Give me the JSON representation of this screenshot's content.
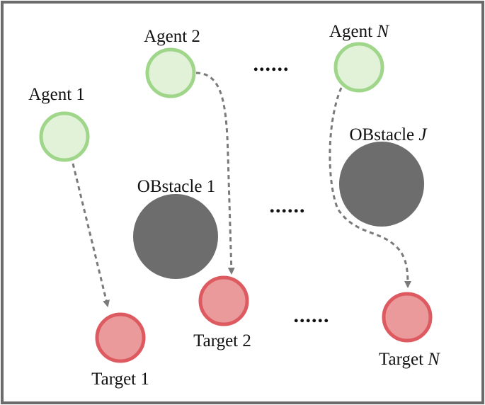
{
  "colors": {
    "frame": "#6b6b6b",
    "agent_fill": "#e2f2d9",
    "agent_stroke": "#9fd68a",
    "target_fill": "#eb9a9c",
    "target_stroke": "#dd5b60",
    "obstacle_fill": "#6d6d6d",
    "path": "#7a7a7a"
  },
  "agents": [
    {
      "prefix": "Agent ",
      "index": "1",
      "index_italic": false
    },
    {
      "prefix": "Agent ",
      "index": "2",
      "index_italic": false
    },
    {
      "prefix": "Agent ",
      "index": "N",
      "index_italic": true
    }
  ],
  "obstacles": [
    {
      "prefix": "OBstacle ",
      "index": "1",
      "index_italic": false
    },
    {
      "prefix": "OBstacle ",
      "index": "J",
      "index_italic": true
    }
  ],
  "targets": [
    {
      "prefix": "Target ",
      "index": "1",
      "index_italic": false
    },
    {
      "prefix": "Target ",
      "index": "2",
      "index_italic": false
    },
    {
      "prefix": "Target ",
      "index": "N",
      "index_italic": true
    }
  ],
  "ellipsis": "......"
}
